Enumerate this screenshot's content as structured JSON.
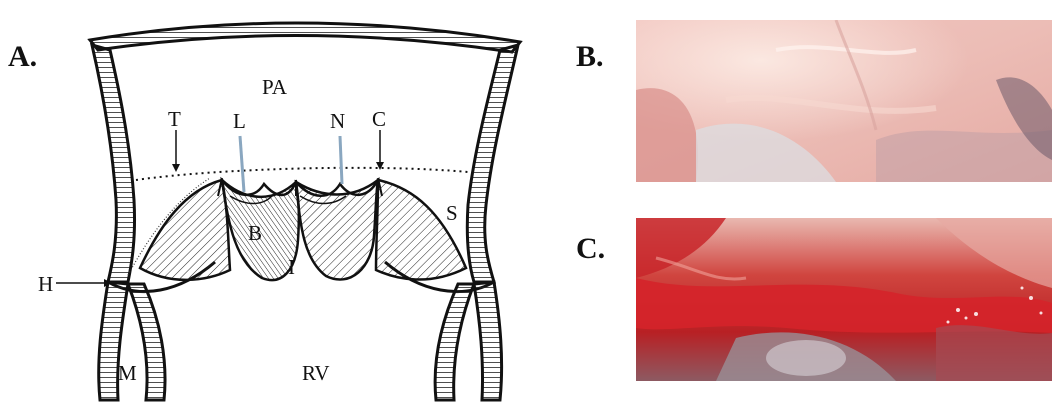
{
  "panels": {
    "a": "A.",
    "b": "B.",
    "c": "C."
  },
  "diagram_labels": {
    "pa": "PA",
    "t": "T",
    "l": "L",
    "n": "N",
    "c": "C",
    "b": "B",
    "s": "S",
    "i": "I",
    "h": "H",
    "m": "M",
    "rv": "RV"
  },
  "colors": {
    "leader_blue": "#8aa7c0",
    "ink": "#111111",
    "tissue_pink": "#e8b3ad",
    "tissue_red": "#c0262a"
  }
}
